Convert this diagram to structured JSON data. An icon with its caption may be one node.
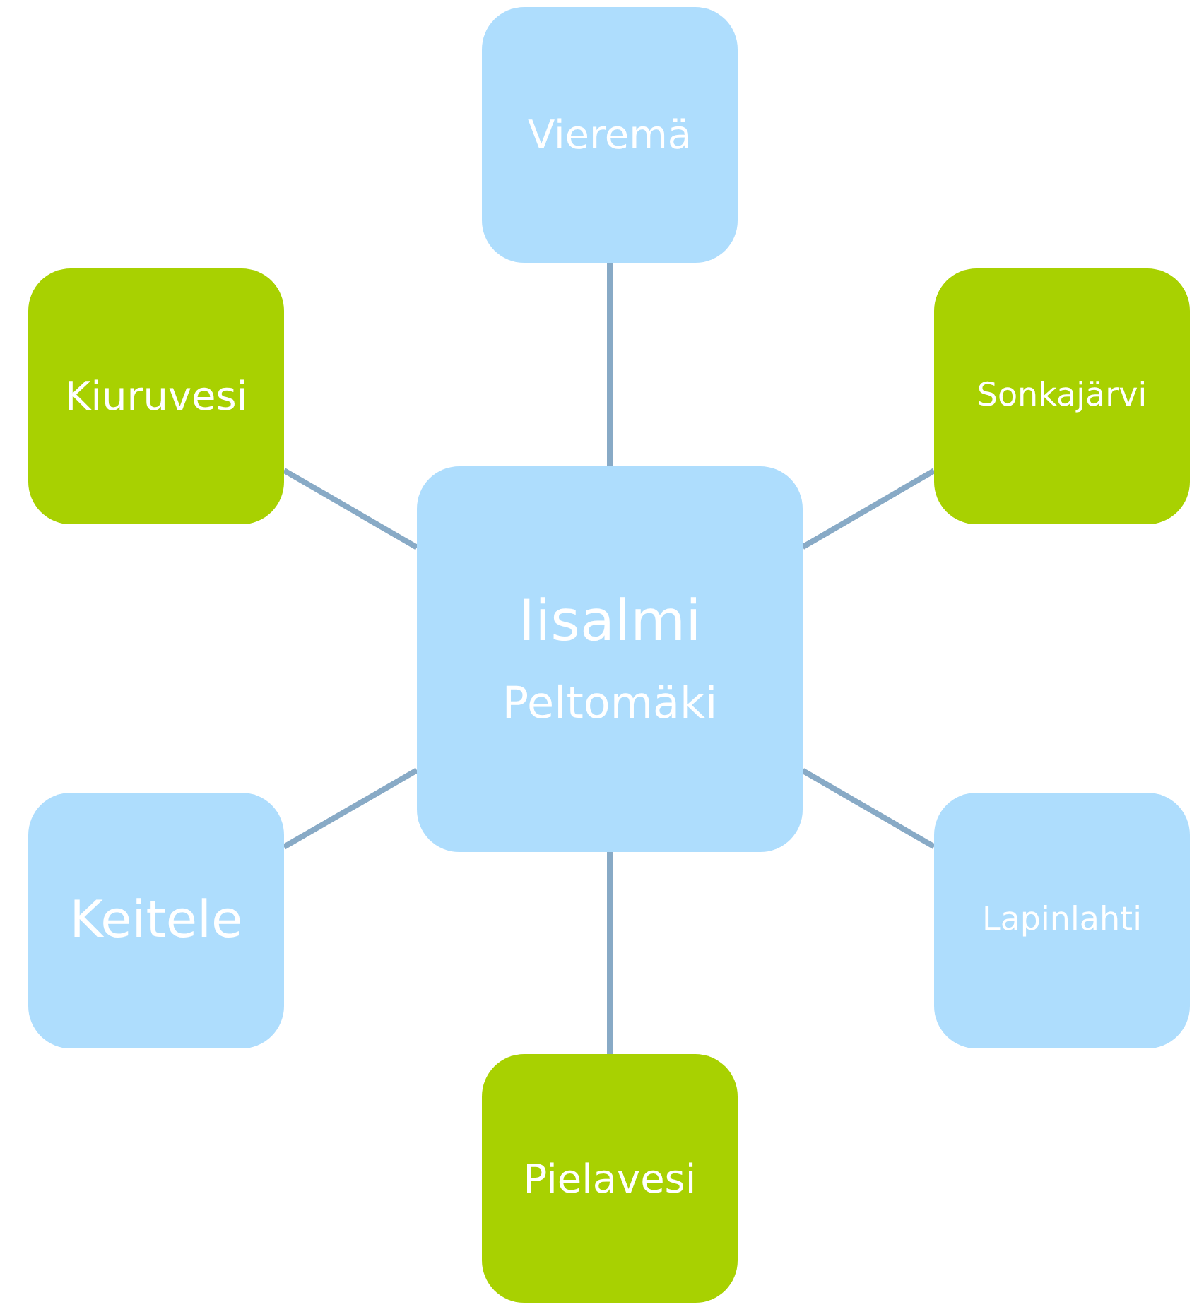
{
  "diagram": {
    "nodes": [
      {
        "text": [
          "Vieremä"
        ]
      },
      {
        "text": [
          "Kiuruvesi"
        ]
      },
      {
        "text": [
          "Sonkajärvi"
        ]
      },
      {
        "text": [
          "Iisalmi",
          "Peltomäki"
        ]
      },
      {
        "text": [
          "Keitele"
        ]
      },
      {
        "text": [
          "Lapinlahti"
        ]
      },
      {
        "text": [
          "Pielavesi"
        ]
      }
    ],
    "edges": [
      {
        "from": 3,
        "to": 0,
        "arrow": "none"
      },
      {
        "from": 3,
        "to": 1,
        "arrow": "none"
      },
      {
        "from": 3,
        "to": 2,
        "arrow": "none"
      },
      {
        "from": 3,
        "to": 4,
        "arrow": "none"
      },
      {
        "from": 3,
        "to": 5,
        "arrow": "none"
      },
      {
        "from": 3,
        "to": 6,
        "arrow": "none"
      }
    ]
  }
}
